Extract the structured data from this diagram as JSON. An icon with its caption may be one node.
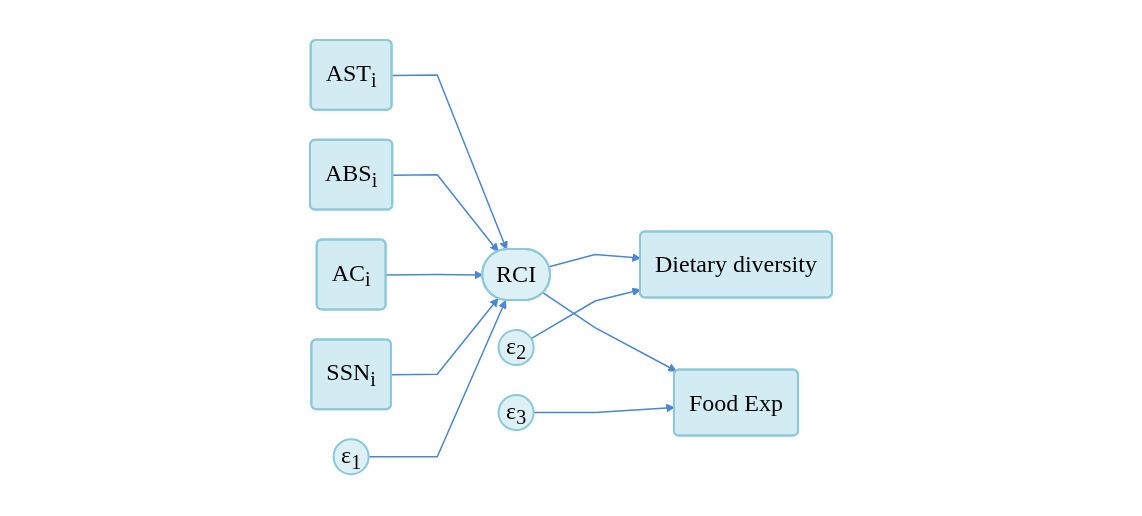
{
  "diagram": {
    "nodes": [
      {
        "text": [
          "AST$_{i}$"
        ]
      },
      {
        "text": [
          "ABS$_{i}$"
        ]
      },
      {
        "text": [
          "AC$_{i}$"
        ]
      },
      {
        "text": [
          "SSN$_{i}$"
        ]
      },
      {
        "text": [
          "RCI"
        ]
      },
      {
        "text": [
          "Dietary diversity"
        ]
      },
      {
        "text": [
          "ε$_{2}$"
        ]
      },
      {
        "text": [
          "Food Exp"
        ]
      },
      {
        "text": [
          "ε$_{3}$"
        ]
      },
      {
        "text": [
          "ε$_{1}$"
        ]
      }
    ],
    "edges": [
      {
        "from": 0,
        "to": 4,
        "arrow": "to"
      },
      {
        "from": 1,
        "to": 4,
        "arrow": "to"
      },
      {
        "from": 2,
        "to": 4,
        "arrow": "to"
      },
      {
        "from": 3,
        "to": 4,
        "arrow": "to"
      },
      {
        "from": 4,
        "to": 5,
        "arrow": "to"
      },
      {
        "from": 4,
        "to": 7,
        "arrow": "to"
      },
      {
        "from": 6,
        "to": 5,
        "arrow": "to"
      },
      {
        "from": 8,
        "to": 7,
        "arrow": "to"
      },
      {
        "from": 9,
        "to": 4,
        "arrow": "to"
      }
    ]
  }
}
